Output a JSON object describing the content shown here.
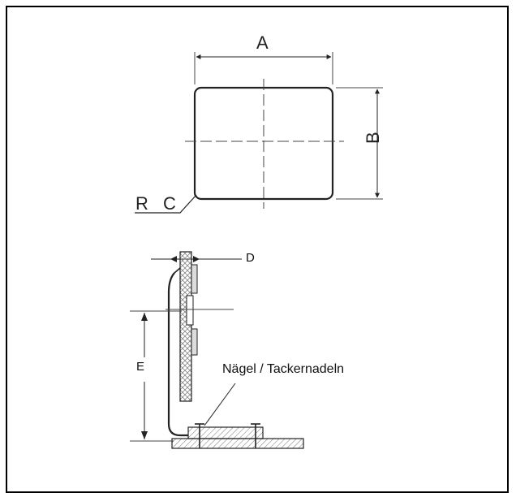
{
  "labels": {
    "a": "A",
    "b": "B",
    "rc": "R C",
    "d": "D",
    "e": "E",
    "nails": "Nägel / Tackernadeln"
  },
  "colors": {
    "line": "#222222",
    "hatch": "#777777",
    "fill": "#f0f0f0",
    "border": "#000000"
  }
}
